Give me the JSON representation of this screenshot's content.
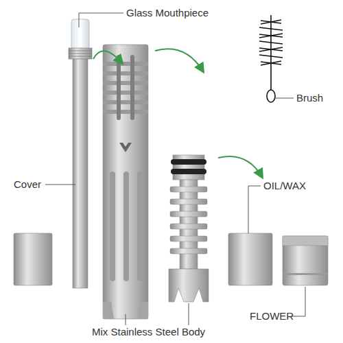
{
  "diagram": {
    "labels": [
      "Glass Mouthpiece",
      "Brush",
      "Cover",
      "OIL/WAX",
      "Mix Stainless Steel Body",
      "FLOWER"
    ]
  }
}
